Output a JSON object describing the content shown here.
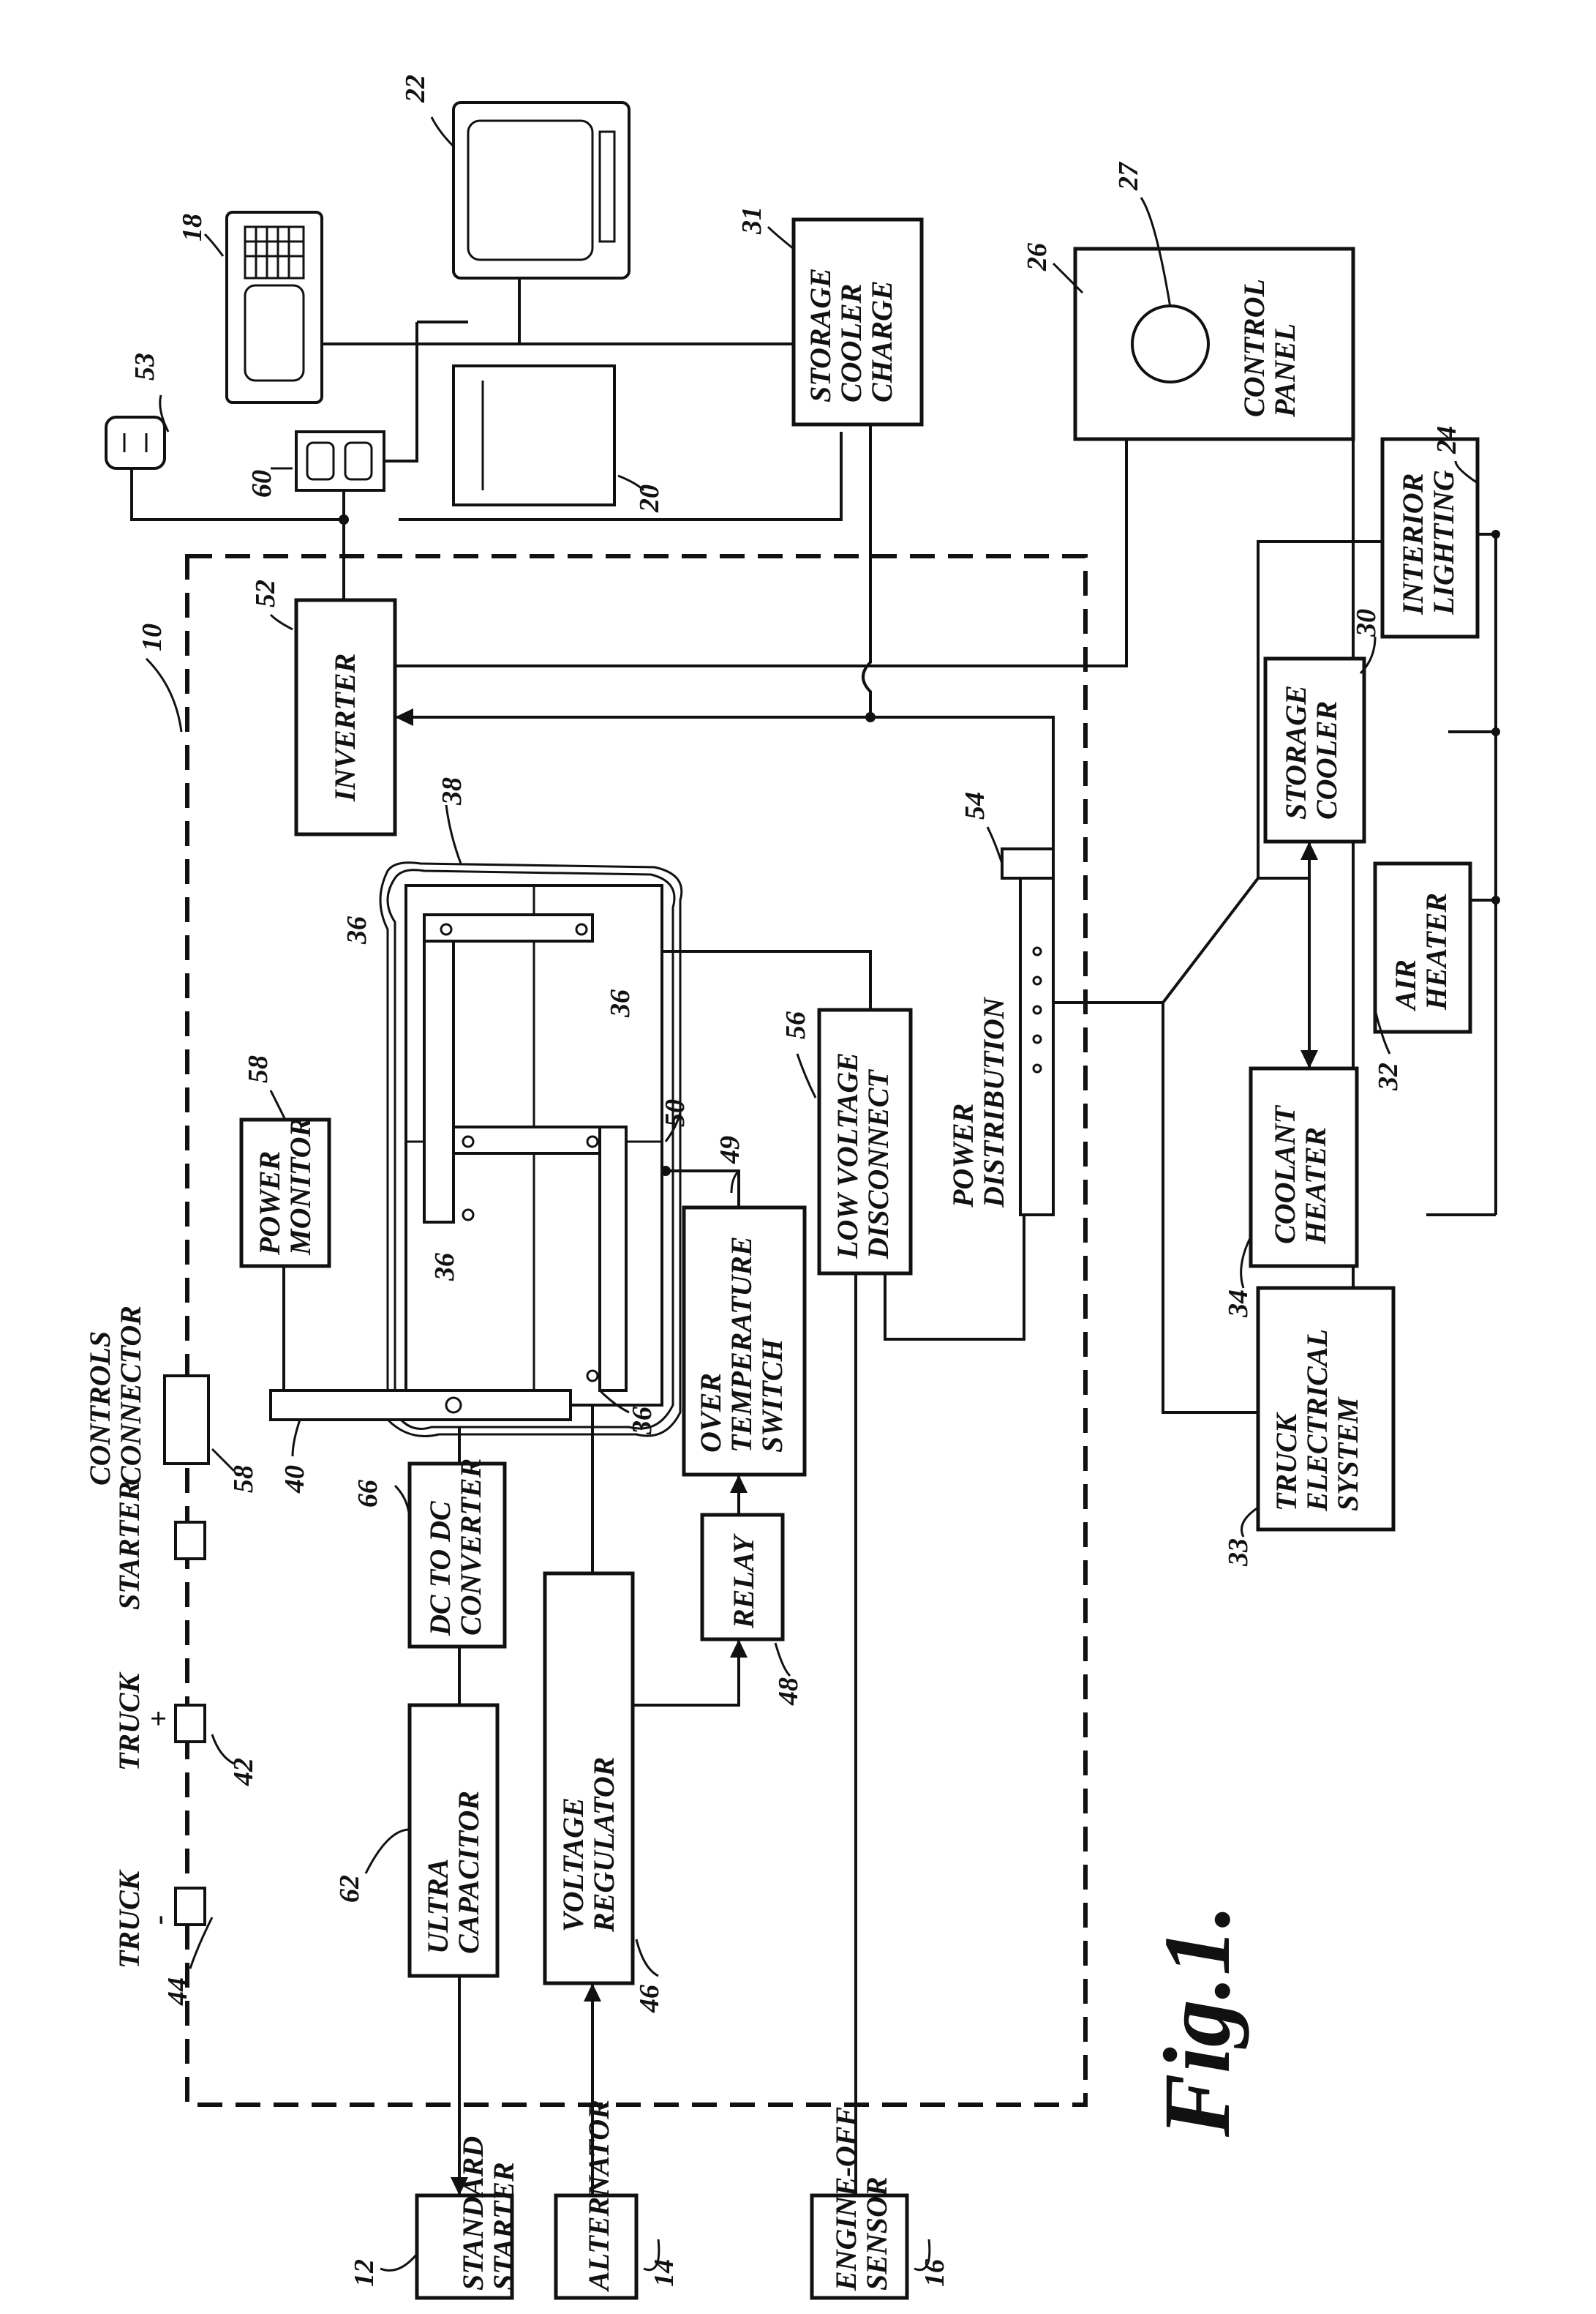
{
  "figure_label": "Fig.1.",
  "components": {
    "standard_starter": [
      "STANDARD",
      "STARTER"
    ],
    "alternator": [
      "ALTERNATOR"
    ],
    "engine_off_sensor": [
      "ENGINE-OFF",
      "SENSOR"
    ],
    "ultra_capacitor": [
      "ULTRA",
      "CAPACITOR"
    ],
    "voltage_regulator": [
      "VOLTAGE",
      "REGULATOR"
    ],
    "relay": [
      "RELAY"
    ],
    "dc_to_dc_converter": [
      "DC TO DC",
      "CONVERTER"
    ],
    "power_monitor": [
      "POWER",
      "MONITOR"
    ],
    "over_temperature_switch": [
      "OVER",
      "TEMPERATURE",
      "SWITCH"
    ],
    "low_voltage_disconnect": [
      "LOW VOLTAGE",
      "DISCONNECT"
    ],
    "power_distribution": [
      "POWER",
      "DISTRIBUTION"
    ],
    "inverter": [
      "INVERTER"
    ],
    "truck_electrical_system": [
      "TRUCK",
      "ELECTRICAL",
      "SYSTEM"
    ],
    "coolant_heater": [
      "COOLANT",
      "HEATER"
    ],
    "air_heater": [
      "AIR",
      "HEATER"
    ],
    "storage_cooler": [
      "STORAGE",
      "COOLER"
    ],
    "interior_lighting": [
      "INTERIOR",
      "LIGHTING"
    ],
    "control_panel": [
      "CONTROL",
      "PANEL"
    ],
    "storage_cooler_charge": [
      "STORAGE",
      "COOLER",
      "CHARGE"
    ]
  },
  "terminals": {
    "truck_minus": [
      "TRUCK",
      "-"
    ],
    "truck_plus": [
      "TRUCK",
      "+"
    ],
    "starter": [
      "STARTER"
    ],
    "controls_connector": [
      "CONTROLS",
      "CONNECTOR"
    ]
  },
  "reference_numerals": {
    "r10": "10",
    "r12": "12",
    "r14": "14",
    "r16": "16",
    "r18": "18",
    "r20": "20",
    "r22": "22",
    "r24": "24",
    "r26": "26",
    "r27": "27",
    "r30": "30",
    "r31": "31",
    "r32": "32",
    "r33": "33",
    "r34": "34",
    "r36a": "36",
    "r36b": "36",
    "r36c": "36",
    "r36d": "36",
    "r38": "38",
    "r40": "40",
    "r42": "42",
    "r44": "44",
    "r46": "46",
    "r48": "48",
    "r49": "49",
    "r50": "50",
    "r52": "52",
    "r53": "53",
    "r54": "54",
    "r56": "56",
    "r58a": "58",
    "r58b": "58",
    "r60": "60",
    "r62": "62",
    "r66": "66"
  }
}
